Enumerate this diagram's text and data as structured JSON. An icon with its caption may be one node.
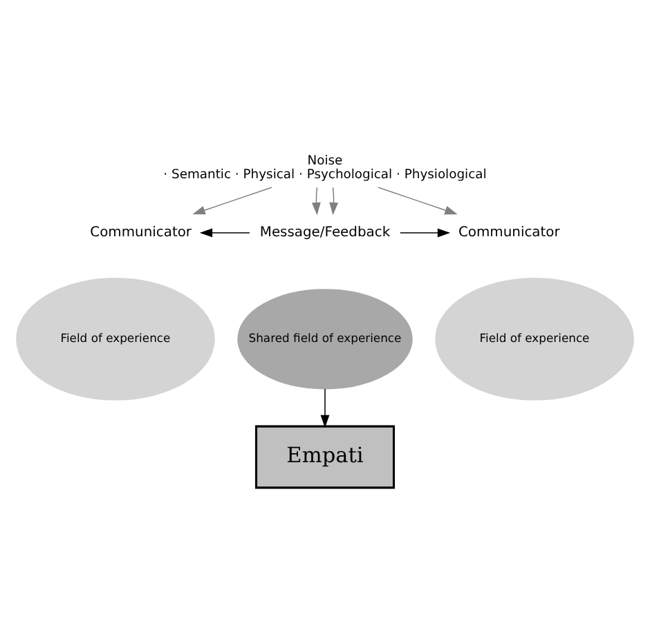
{
  "diagram": {
    "nodes": [
      {
        "text": [
          "Noise",
          "· Semantic · Physical · Psychological · Physiological"
        ]
      },
      {
        "text": [
          "Communicator"
        ]
      },
      {
        "text": [
          "Message/Feedback"
        ]
      },
      {
        "text": [
          "Communicator"
        ]
      },
      {
        "text": [
          "Field of experience"
        ]
      },
      {
        "text": [
          "Field of experience"
        ]
      },
      {
        "text": [
          "Shared field of experience"
        ]
      },
      {
        "text": [
          "Empati"
        ]
      }
    ],
    "edges": [
      {
        "from": 0,
        "to": 1,
        "arrow": "to"
      },
      {
        "from": 0,
        "to": 2,
        "arrow": "to"
      },
      {
        "from": 0,
        "to": 2,
        "arrow": "to"
      },
      {
        "from": 0,
        "to": 3,
        "arrow": "to"
      },
      {
        "from": 2,
        "to": 1,
        "arrow": "to",
        "color": "#000000"
      },
      {
        "from": 2,
        "to": 3,
        "arrow": "to",
        "color": "#000000"
      },
      {
        "from": 6,
        "to": 7,
        "arrow": "to",
        "color": "#000000"
      }
    ]
  }
}
